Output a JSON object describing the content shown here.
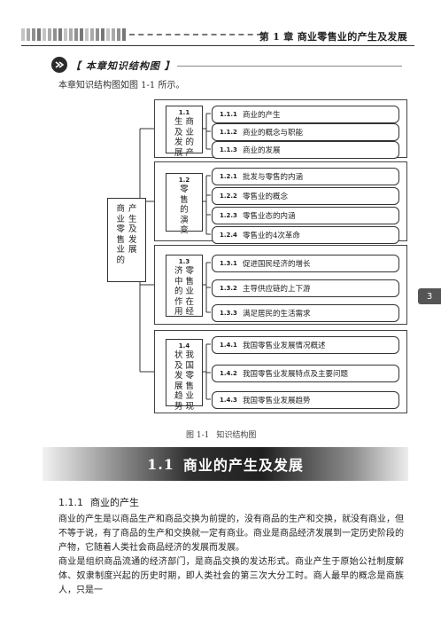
{
  "header": {
    "chapter_title": "第 1 章    商业零售业的产生及发展"
  },
  "section": {
    "label": "【 本章知识结构图 】",
    "intro": "本章知识结构图如图 1-1 所示。"
  },
  "diagram": {
    "root": {
      "lines": [
        "商业零售业的",
        "产生及发展"
      ]
    },
    "groups": [
      {
        "num": "1.1",
        "title": "商业的产生及发展",
        "items": [
          {
            "num": "1.1.1",
            "text": "商业的产生"
          },
          {
            "num": "1.1.2",
            "text": "商业的概念与职能"
          },
          {
            "num": "1.1.3",
            "text": "商业的发展"
          }
        ]
      },
      {
        "num": "1.2",
        "title": "零售的演变",
        "items": [
          {
            "num": "1.2.1",
            "text": "批发与零售的内涵"
          },
          {
            "num": "1.2.2",
            "text": "零售业的概念"
          },
          {
            "num": "1.2.3",
            "text": "零售业态的内涵"
          },
          {
            "num": "1.2.4",
            "text": "零售业的4次革命"
          }
        ]
      },
      {
        "num": "1.3",
        "title": "零售业在经济中的作用",
        "items": [
          {
            "num": "1.3.1",
            "text": "促进国民经济的增长"
          },
          {
            "num": "1.3.2",
            "text": "主导供应链的上下游"
          },
          {
            "num": "1.3.3",
            "text": "满足居民的生活需求"
          }
        ]
      },
      {
        "num": "1.4",
        "title": "我国零售业现状及发展趋势",
        "items": [
          {
            "num": "1.4.1",
            "text": "我国零售业发展情况概述"
          },
          {
            "num": "1.4.2",
            "text": "我国零售业发展特点及主要问题"
          },
          {
            "num": "1.4.3",
            "text": "我国零售业发展趋势"
          }
        ]
      }
    ]
  },
  "figure": {
    "label": "图 1-1",
    "caption": "知识结构图"
  },
  "side_tab": "3",
  "banner": {
    "num": "1.1",
    "title": "商业的产生及发展"
  },
  "subsection": {
    "num": "1.1.1",
    "title": "商业的产生"
  },
  "paragraphs": [
    "商业的产生是以商品生产和商品交换为前提的，没有商品的生产和交换，就没有商业，但不等于说，有了商品的生产和交换就一定有商业。商业是商品经济发展到一定历史阶段的产物，它随着人类社会商品经济的发展而发展。",
    "商业是组织商品流通的经济部门，是商品交换的发达形式。商业产生于原始公社制度解体、奴隶制度兴起的历史时期，即人类社会的第三次大分工时。商人最早的概念是商族人，只是一"
  ]
}
